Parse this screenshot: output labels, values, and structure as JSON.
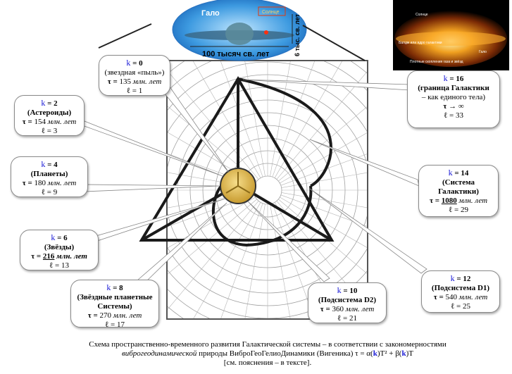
{
  "galaxy_inset": {
    "halo_label": "Гало",
    "width_label": "100 тысяч св. лет",
    "thickness_label": "6 тыс. св. лет",
    "sun_label": "Солнце"
  },
  "photo_inset": {
    "label_sun": "Солнце",
    "label_core": "Балдж или ядро галактики",
    "label_halo": "Гало",
    "label_clusters": "Плотные скопления газа и звёзд"
  },
  "callouts": [
    {
      "k_label": "k",
      "k_value": "= 0",
      "name": "(звездная «пыль»)",
      "tau_prefix": "τ = ",
      "tau_value": "135",
      "tau_unit": " млн. лет",
      "l_text": "ℓ = 1"
    },
    {
      "k_label": "k",
      "k_value": "= 2",
      "name": "(Астероиды)",
      "tau_prefix": "τ = ",
      "tau_value": "154",
      "tau_unit": " млн. лет",
      "l_text": "ℓ = 3"
    },
    {
      "k_label": "k",
      "k_value": "= 4",
      "name": "(Планеты)",
      "tau_prefix": "τ = ",
      "tau_value": "180",
      "tau_unit": " млн. лет",
      "l_text": "ℓ = 9"
    },
    {
      "k_label": "k",
      "k_value": "= 6",
      "name": "(Звёзды)",
      "tau_prefix": "τ = ",
      "tau_value": "216",
      "tau_unit": " млн. лет",
      "l_text": "ℓ = 13"
    },
    {
      "k_label": "k",
      "k_value": "= 8",
      "name_line1": "(Звёздные планетные",
      "name_line2": "Системы)",
      "tau_prefix": "τ = ",
      "tau_value": "270",
      "tau_unit": "  млн. лет",
      "l_text": "ℓ = 17"
    },
    {
      "k_label": "k",
      "k_value": "= 10",
      "name": "(Подсистема D2)",
      "tau_prefix": "τ = ",
      "tau_value": "360",
      "tau_unit": " млн. лет",
      "l_text": "ℓ = 21"
    },
    {
      "k_label": "k",
      "k_value": "= 12",
      "name": "(Подсистема D1)",
      "tau_prefix": "τ = ",
      "tau_value": "540",
      "tau_unit": " млн. лет",
      "l_text": "ℓ = 25"
    },
    {
      "k_label": "k",
      "k_value": "= 14",
      "name_line1": "(Система",
      "name_line2": "Галактики)",
      "tau_prefix": "τ = ",
      "tau_value": "1080",
      "tau_unit": " млн. лет",
      "l_text": "ℓ = 29"
    },
    {
      "k_label": "k",
      "k_value": "= 16",
      "name_line1": "(граница Галактики",
      "name_line2": "– как единого тела)",
      "tau_prefix": "τ → ",
      "tau_value": "∞",
      "tau_unit": "",
      "l_text": "ℓ = 33"
    }
  ],
  "caption": {
    "line1": "Схема пространственно-временного развития Галактической системы –  в  соответствии  с   закономерностями",
    "line2_italic": "виброгеодинамической",
    "line2_rest": "   природы  ВиброГеоГелиоДинамики  (Вигеника)   τ = α(",
    "formula_k1": "k",
    "formula_mid": ")T² + β(",
    "formula_k2": "k",
    "formula_end": ")T",
    "line3": "[см. пояснения – в тексте]."
  },
  "colors": {
    "k_blue": "#1a1ad6",
    "sun_fill": "#e6c35a",
    "sky_blue": "#4aa8e8",
    "grid_gray": "#9a9a9a"
  }
}
